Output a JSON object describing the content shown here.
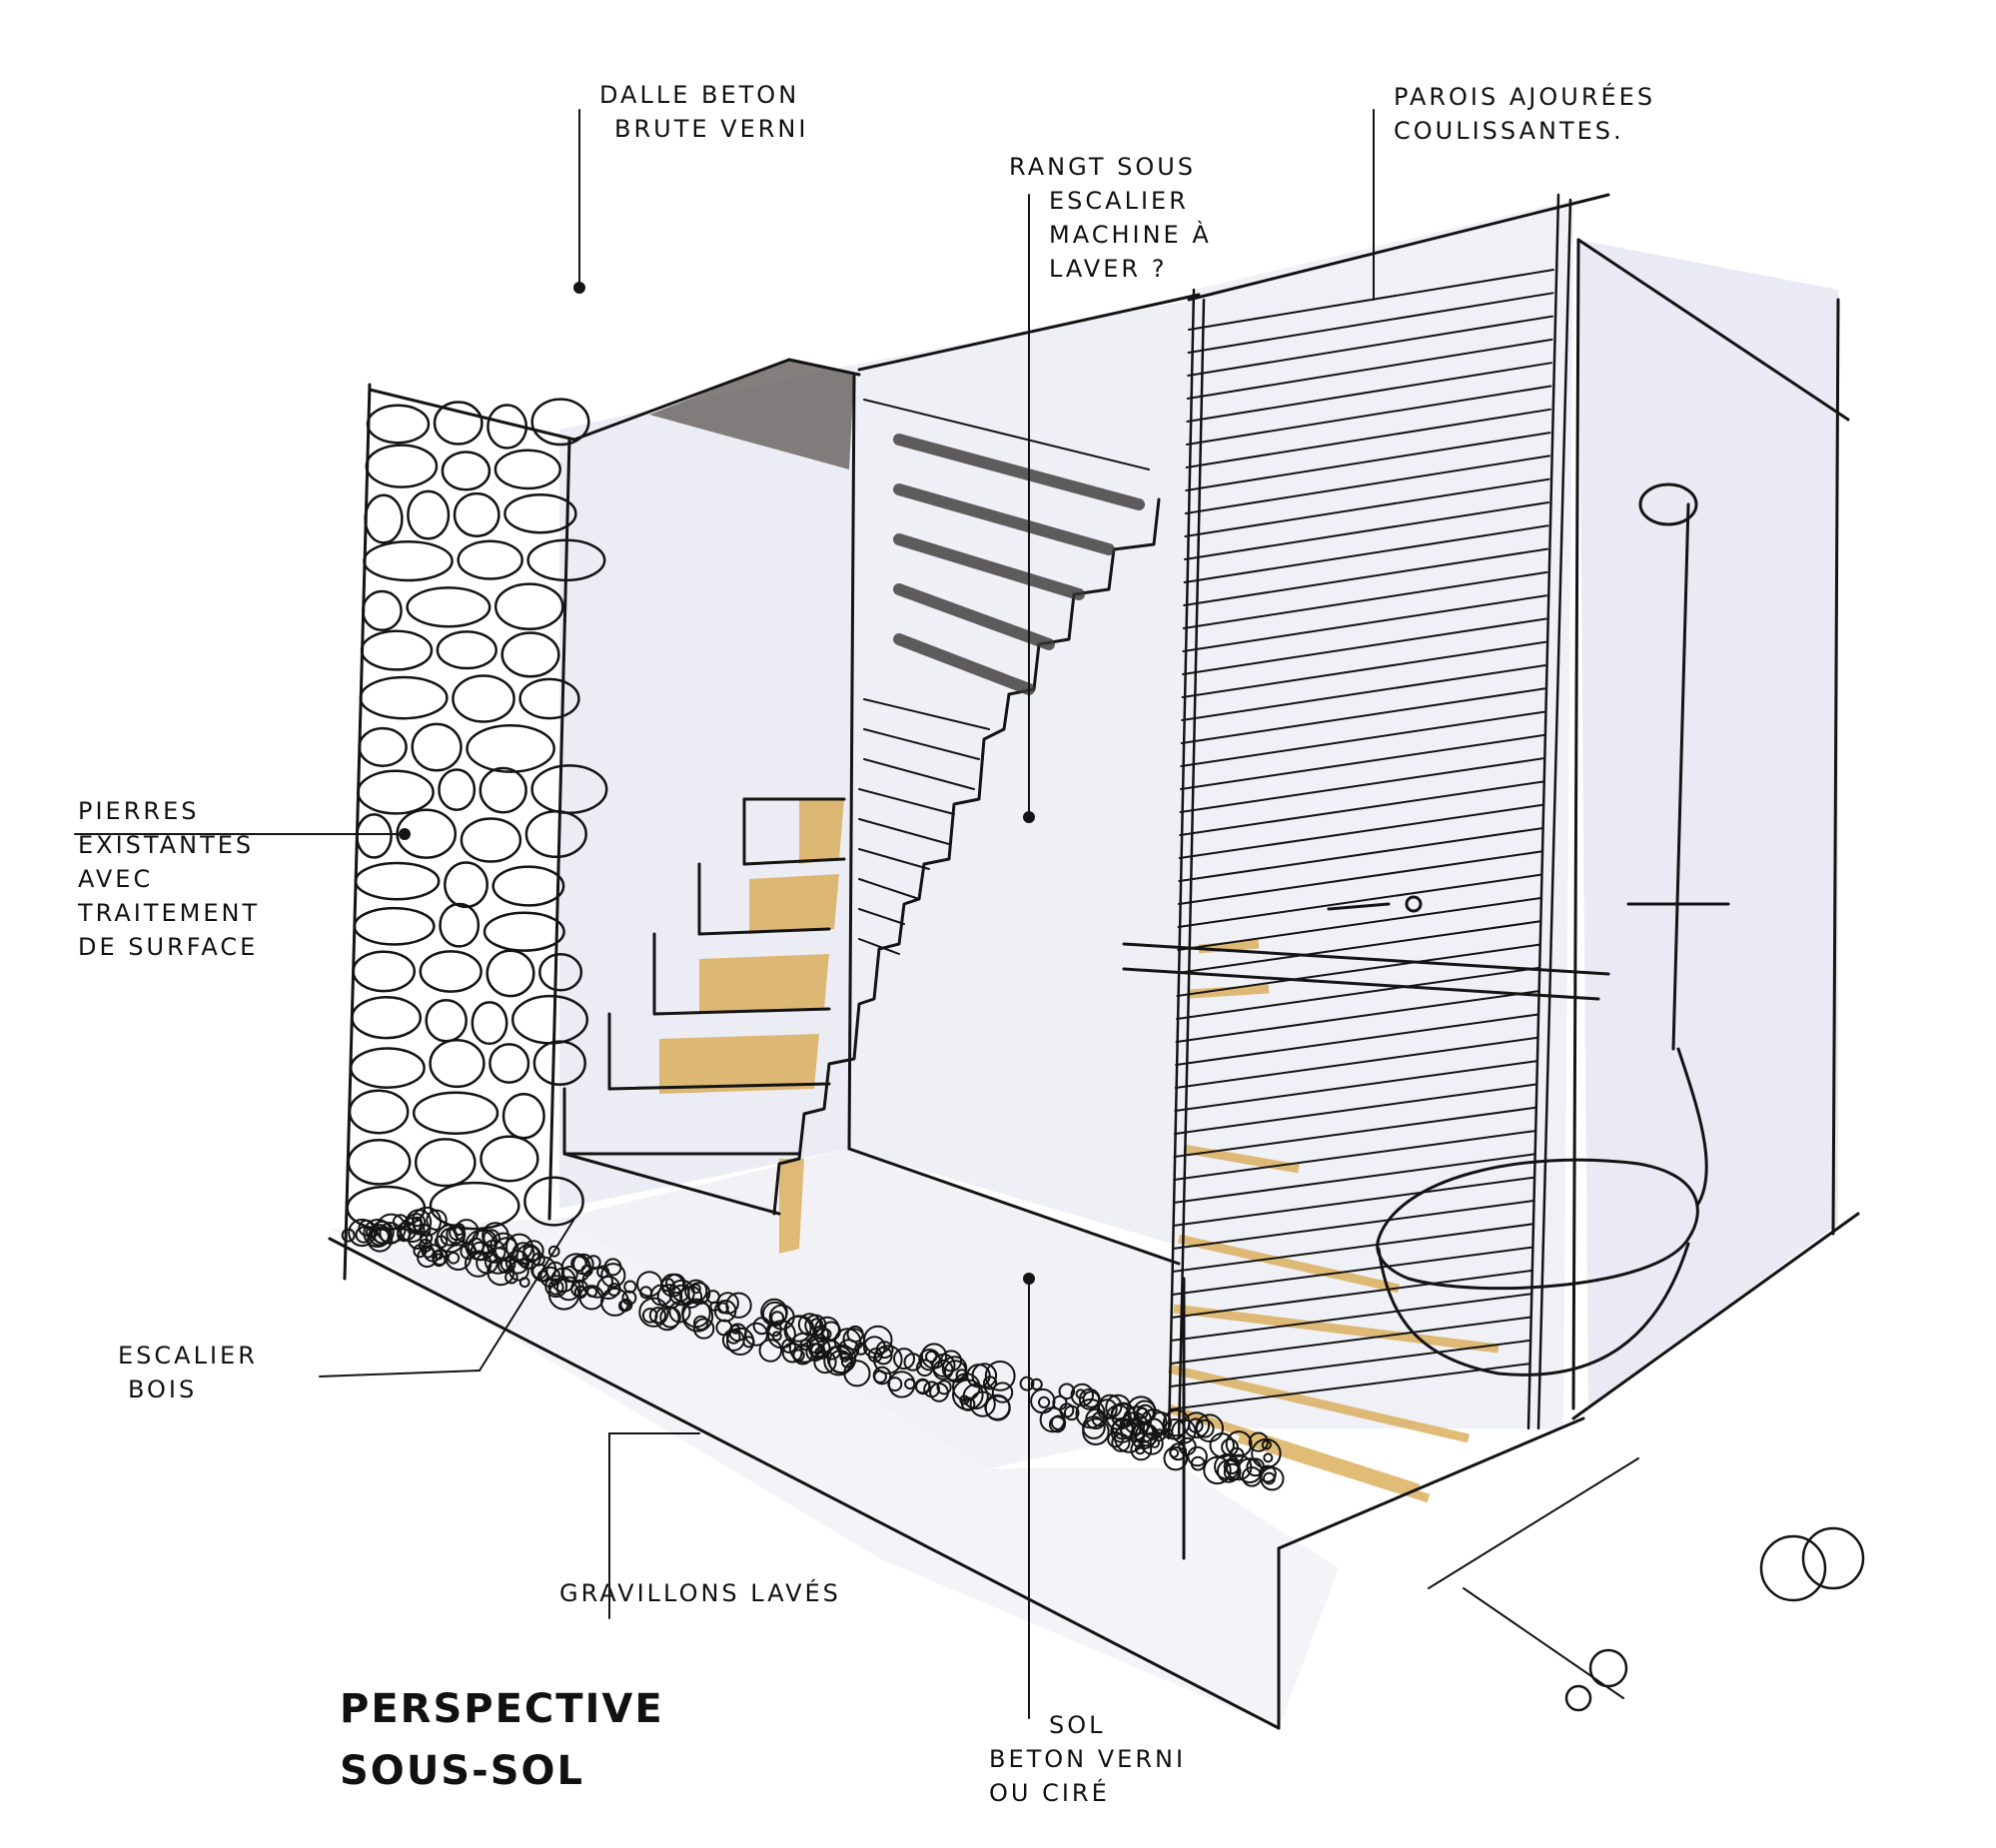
{
  "annotations": {
    "slab": [
      "DALLE BETON",
      "BRUTE VERNI"
    ],
    "partition": [
      "PAROIS AJOURÉES",
      "COULISSANTES."
    ],
    "storage": [
      "RANGT SOUS",
      "ESCALIER",
      "MACHINE À",
      "LAVER ?"
    ],
    "stones": [
      "PIERRES",
      "EXISTANTES",
      "AVEC",
      "TRAITEMENT",
      "DE SURFACE"
    ],
    "stair": [
      "ESCALIER",
      "BOIS"
    ],
    "gravel": [
      "GRAVILLONS LAVÉS"
    ],
    "floor": [
      "SOL",
      "BETON VERNI",
      "OU CIRÉ"
    ]
  },
  "title": [
    "PERSPECTIVE",
    "SOUS-SOL"
  ],
  "colors": {
    "ink": "#141414",
    "wall_wash": "#ececf4",
    "wood_ochre": "#d8a64a",
    "slab_shadow": "#6e6866"
  }
}
